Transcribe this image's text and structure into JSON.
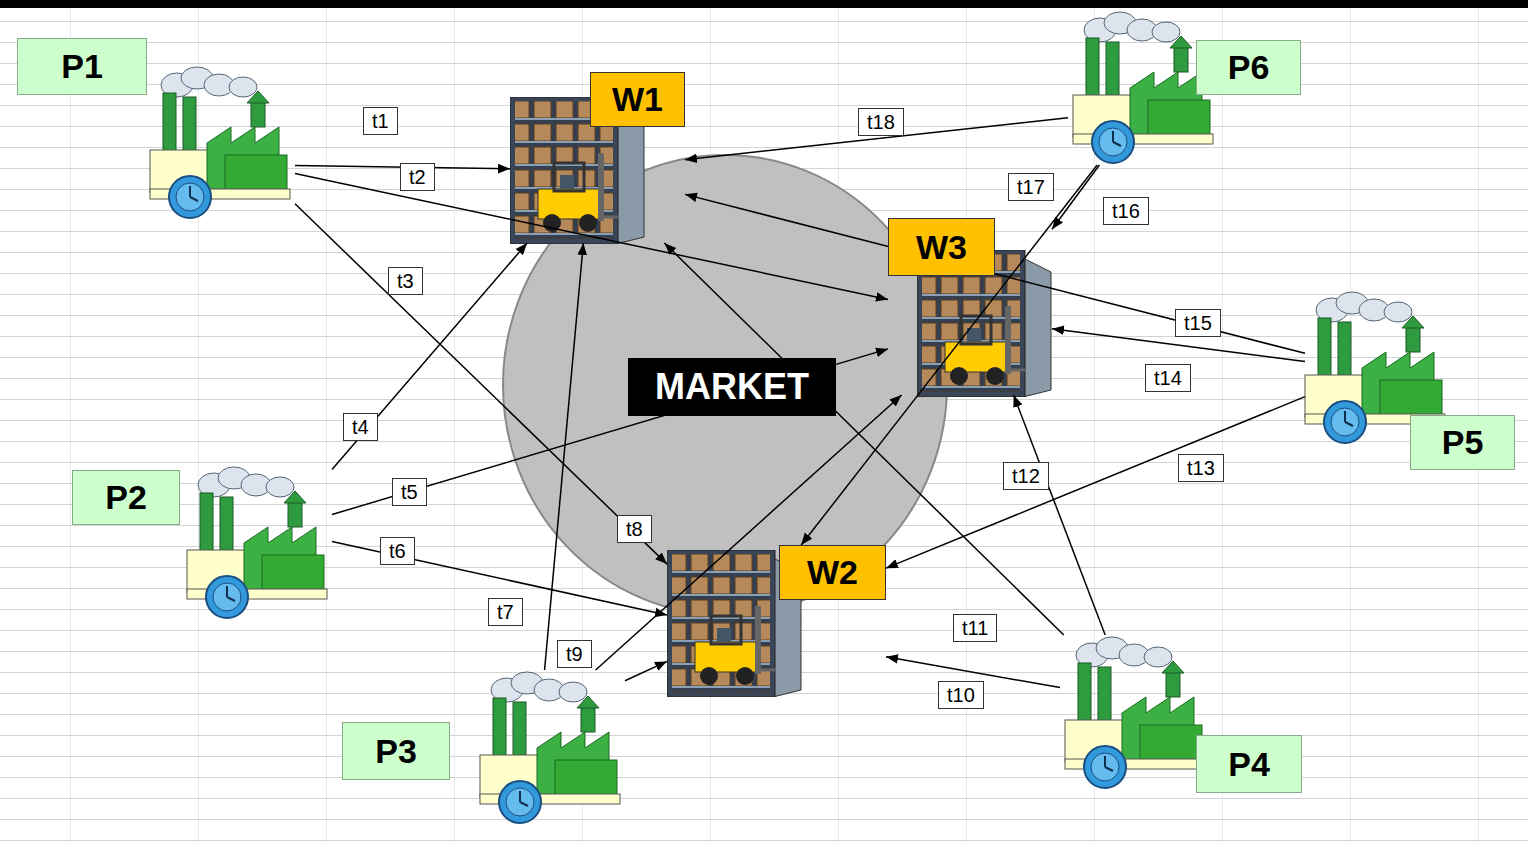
{
  "diagram": {
    "nodes": [
      {
        "text": [
          "P1"
        ]
      },
      {
        "text": [
          "W1"
        ]
      },
      {
        "text": [
          "P6"
        ]
      },
      {
        "text": [
          "W3"
        ]
      },
      {
        "text": [
          "P2"
        ]
      },
      {
        "text": [
          "MARKET"
        ]
      },
      {
        "text": [
          "P5"
        ]
      },
      {
        "text": [
          "W2"
        ]
      },
      {
        "text": [
          "P3"
        ]
      },
      {
        "text": [
          "P4"
        ]
      }
    ],
    "edges": [
      {
        "from": 0,
        "to": 1,
        "arrow": "to",
        "label": "t1"
      },
      {
        "from": 0,
        "to": 3,
        "arrow": "to",
        "label": "t2"
      },
      {
        "from": 0,
        "to": 7,
        "arrow": "to",
        "label": "t3"
      },
      {
        "from": 4,
        "to": 1,
        "arrow": "to",
        "label": "t4"
      },
      {
        "from": 4,
        "to": 3,
        "arrow": "to",
        "label": "t5"
      },
      {
        "from": 4,
        "to": 7,
        "arrow": "to",
        "label": "t6"
      },
      {
        "from": 8,
        "to": 1,
        "arrow": "to",
        "label": "t7"
      },
      {
        "from": 8,
        "to": 3,
        "arrow": "to",
        "label": "t8"
      },
      {
        "from": 8,
        "to": 7,
        "arrow": "to",
        "label": "t9"
      },
      {
        "from": 9,
        "to": 7,
        "arrow": "to",
        "label": "t10"
      },
      {
        "from": 9,
        "to": 1,
        "arrow": "to",
        "label": "t11"
      },
      {
        "from": 9,
        "to": 3,
        "arrow": "to",
        "label": "t12"
      },
      {
        "from": 6,
        "to": 7,
        "arrow": "to",
        "label": "t13"
      },
      {
        "from": 6,
        "to": 3,
        "arrow": "to",
        "label": "t14"
      },
      {
        "from": 6,
        "to": 1,
        "arrow": "to",
        "label": "t15"
      },
      {
        "from": 2,
        "to": 3,
        "arrow": "to",
        "label": "t16"
      },
      {
        "from": 2,
        "to": 7,
        "arrow": "to",
        "label": "t17"
      },
      {
        "from": 2,
        "to": 1,
        "arrow": "to",
        "label": "t18"
      }
    ]
  }
}
